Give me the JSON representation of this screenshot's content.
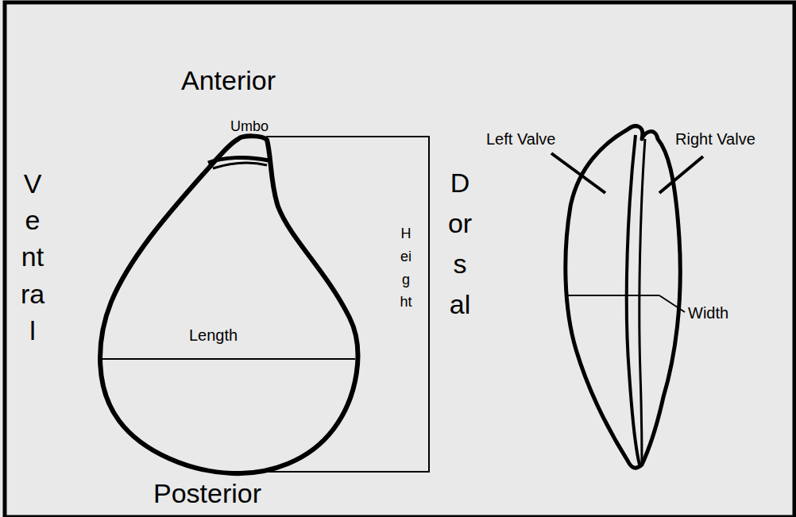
{
  "diagram": {
    "labels": [
      "Anterior",
      "Umbo",
      "Ventral",
      "Dorsal",
      "Height",
      "Length",
      "Posterior",
      "Left Valve",
      "Right Valve",
      "Width"
    ]
  }
}
